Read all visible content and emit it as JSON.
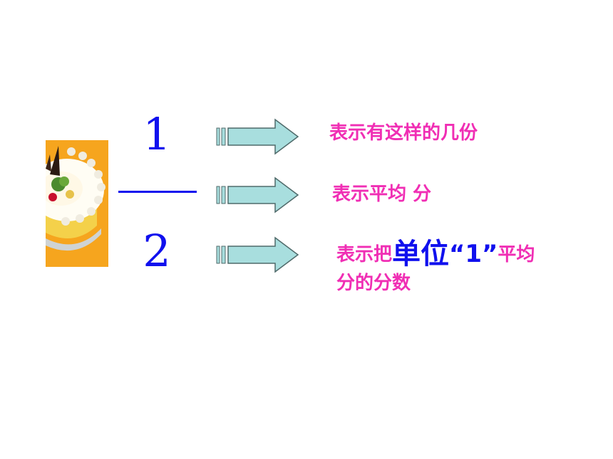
{
  "fraction": {
    "numerator": "1",
    "denominator": "2"
  },
  "labels": {
    "numerator_meaning": "表示有这样的几份",
    "line_meaning": "表示平均 分",
    "denominator_meaning": {
      "prefix": "表示把",
      "emphasis": "单位",
      "quote": "“1”",
      "suffix": "平均",
      "line2": "分的分数"
    }
  },
  "colors": {
    "fraction": "#1010ee",
    "label_text": "#f02eb4",
    "emphasis": "#1010ee",
    "arrow_fill": "#a8dede",
    "cake_bg": "#f6a51e"
  },
  "icons": {
    "arrow": "block-right-arrow-icon",
    "image": "cake-image"
  }
}
